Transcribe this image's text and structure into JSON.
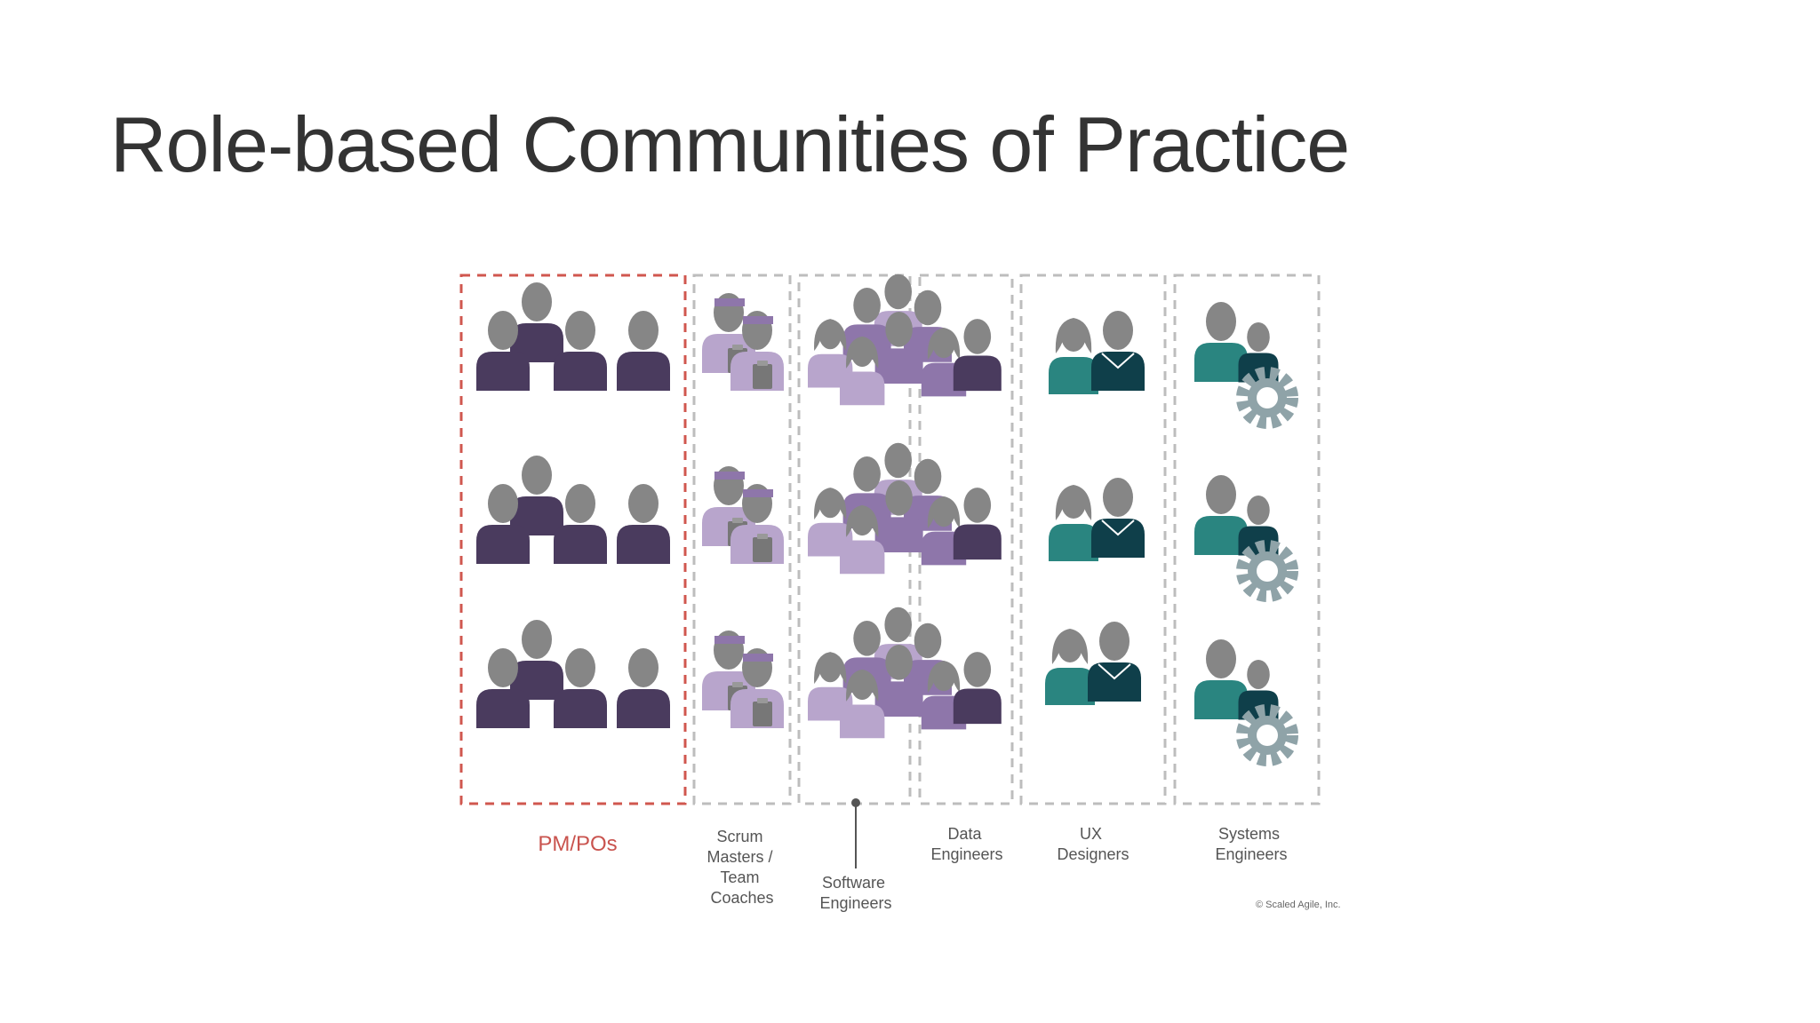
{
  "title": "Role-based Communities of Practice",
  "colors": {
    "pm": "#4a3b5e",
    "purple": "#8e76aa",
    "lavender": "#b8a5cc",
    "teal": "#2a8580",
    "dark_teal": "#0f3f4a",
    "head": "#868686",
    "gear": "#8fa3a8",
    "highlight_border": "#d0574f",
    "border": "#bdbdbd"
  },
  "columns": [
    {
      "label": "PM/POs",
      "lines": [
        "PM/POs"
      ],
      "icon": "pm-po-group-icon",
      "highlighted": true
    },
    {
      "label": "Scrum Masters / Team Coaches",
      "lines": [
        "Scrum",
        "Masters /",
        "Team",
        "Coaches"
      ],
      "icon": "scrum-master-icon",
      "highlighted": false
    },
    {
      "label": "Software Engineers",
      "lines": [
        "Software",
        "Engineers"
      ],
      "icon": "software-engineer-group-icon",
      "highlighted": false
    },
    {
      "label": "Data Engineers",
      "lines": [
        "Data",
        "Engineers"
      ],
      "icon": "data-engineer-group-icon",
      "highlighted": false
    },
    {
      "label": "UX Designers",
      "lines": [
        "UX",
        "Designers"
      ],
      "icon": "ux-designer-pair-icon",
      "highlighted": false
    },
    {
      "label": "Systems Engineers",
      "lines": [
        "Systems",
        "Engineers"
      ],
      "icon": "systems-engineer-gear-icon",
      "highlighted": false
    }
  ],
  "copyright": "© Scaled Agile, Inc."
}
